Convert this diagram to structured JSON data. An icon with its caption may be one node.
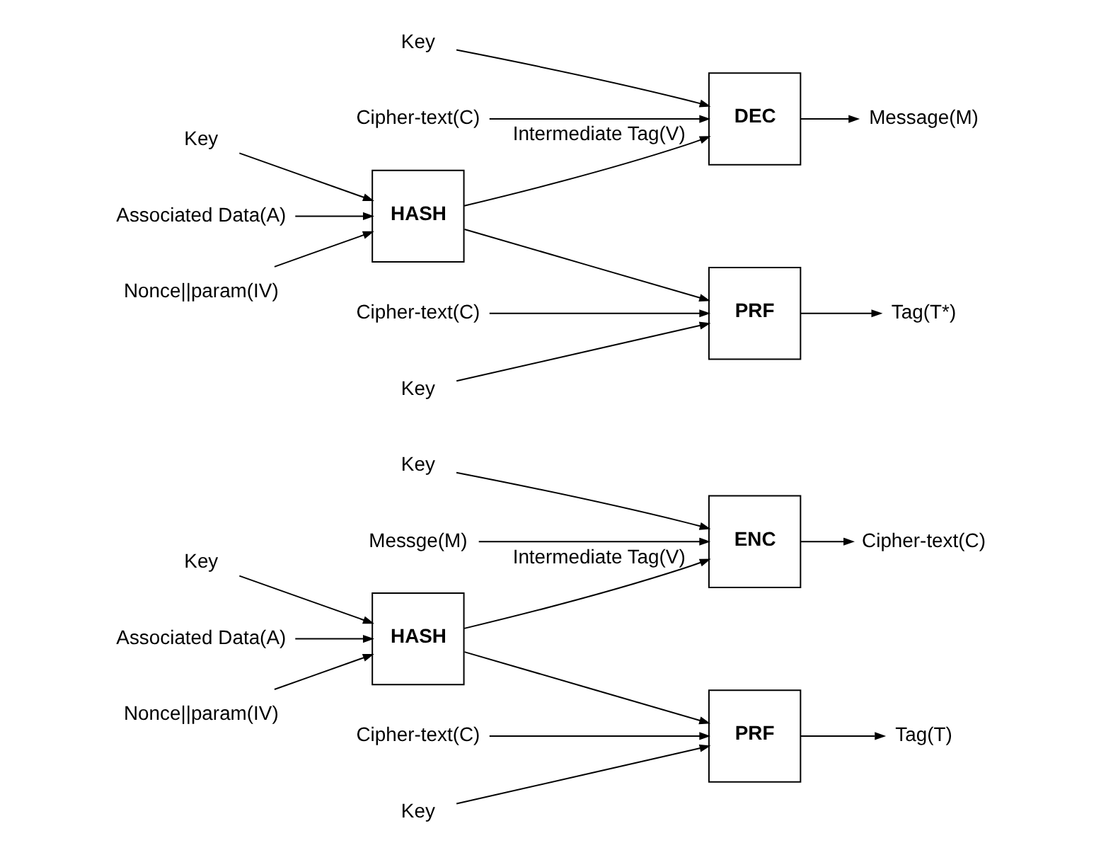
{
  "diagram": {
    "nodes": [
      {
        "text": [
          "Key"
        ]
      },
      {
        "text": [
          "Messge(M)"
        ]
      },
      {
        "text": [
          "ENC"
        ]
      },
      {
        "text": [
          "Cipher-text(C)"
        ]
      },
      {
        "text": [
          "Key"
        ]
      },
      {
        "text": [
          "Associated Data(A)"
        ]
      },
      {
        "text": [
          "HASH"
        ]
      },
      {
        "text": [
          "Nonce||param(IV)"
        ]
      },
      {
        "text": [
          "Key"
        ]
      },
      {
        "text": [
          "PRF"
        ]
      },
      {
        "text": [
          "Cipher-text(C)"
        ]
      },
      {
        "text": [
          "Tag(T)"
        ]
      },
      {
        "text": [
          "Key"
        ]
      },
      {
        "text": [
          "Cipher-text(C)"
        ]
      },
      {
        "text": [
          "DEC"
        ]
      },
      {
        "text": [
          "Message(M)"
        ]
      },
      {
        "text": [
          "Key"
        ]
      },
      {
        "text": [
          "Associated Data(A)"
        ]
      },
      {
        "text": [
          "HASH"
        ]
      },
      {
        "text": [
          "Nonce||param(IV)"
        ]
      },
      {
        "text": [
          "Key"
        ]
      },
      {
        "text": [
          "PRF"
        ]
      },
      {
        "text": [
          "Cipher-text(C)"
        ]
      },
      {
        "text": [
          "Tag(T*)"
        ]
      }
    ],
    "edges": [
      {
        "from": 4,
        "to": 6,
        "arrow": "to"
      },
      {
        "from": 5,
        "to": 6,
        "arrow": "to"
      },
      {
        "from": 7,
        "to": 6,
        "arrow": "to"
      },
      {
        "from": 6,
        "to": 2,
        "arrow": "to",
        "label": "Intermediate Tag(V)"
      },
      {
        "from": 6,
        "to": 9,
        "arrow": "to"
      },
      {
        "from": 0,
        "to": 2,
        "arrow": "to"
      },
      {
        "from": 1,
        "to": 2,
        "arrow": "to"
      },
      {
        "from": 2,
        "to": 3,
        "arrow": "to"
      },
      {
        "from": 8,
        "to": 9,
        "arrow": "to"
      },
      {
        "from": 10,
        "to": 9,
        "arrow": "to"
      },
      {
        "from": 9,
        "to": 11,
        "arrow": "to"
      },
      {
        "from": 16,
        "to": 18,
        "arrow": "to"
      },
      {
        "from": 17,
        "to": 18,
        "arrow": "to"
      },
      {
        "from": 19,
        "to": 18,
        "arrow": "to"
      },
      {
        "from": 18,
        "to": 14,
        "arrow": "to",
        "label": "Intermediate Tag(V)"
      },
      {
        "from": 18,
        "to": 21,
        "arrow": "to"
      },
      {
        "from": 12,
        "to": 14,
        "arrow": "to"
      },
      {
        "from": 13,
        "to": 14,
        "arrow": "to"
      },
      {
        "from": 14,
        "to": 15,
        "arrow": "to"
      },
      {
        "from": 20,
        "to": 21,
        "arrow": "to"
      },
      {
        "from": 22,
        "to": 21,
        "arrow": "to"
      },
      {
        "from": 21,
        "to": 23,
        "arrow": "to"
      }
    ]
  }
}
